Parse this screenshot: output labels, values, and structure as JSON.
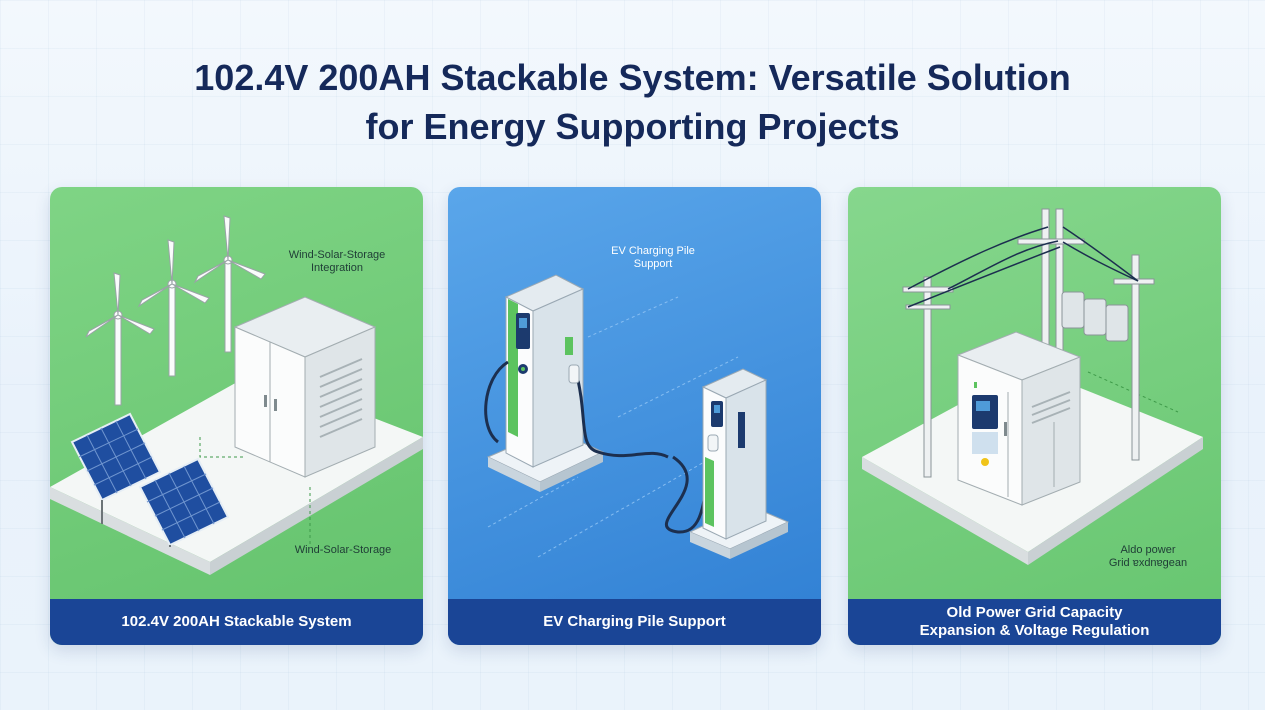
{
  "header": {
    "title_line1": "102.4V 200AH Stackable System: Versatile Solution",
    "title_line2": "for Energy Supporting Projects"
  },
  "cards": [
    {
      "caption": "102.4V 200AH Stackable System",
      "labels": {
        "top_line1": "Wind-Solar-Storage",
        "top_line2": "Integration",
        "bottom": "Wind-Solar-Storage"
      },
      "colors": {
        "background": "#6cc775",
        "caption_bar": "#1a4596"
      }
    },
    {
      "caption": "EV Charging Pile Support",
      "labels": {
        "top_line1": "EV Charging Pile",
        "top_line2": "Support"
      },
      "colors": {
        "background": "#3f8fdd",
        "caption_bar": "#1a4596"
      }
    },
    {
      "caption_line1": "Old Power Grid Capacity",
      "caption_line2": "Expansion & Voltage Regulation",
      "labels": {
        "line1": "Aldo power",
        "line2": "Grid ɐxdnɐgean"
      },
      "colors": {
        "background": "#72cc7a",
        "caption_bar": "#1a4596"
      }
    }
  ],
  "icons": [
    "wind-turbine-icon",
    "solar-panel-icon",
    "battery-cabinet-icon",
    "ev-charger-icon",
    "utility-pole-icon"
  ]
}
